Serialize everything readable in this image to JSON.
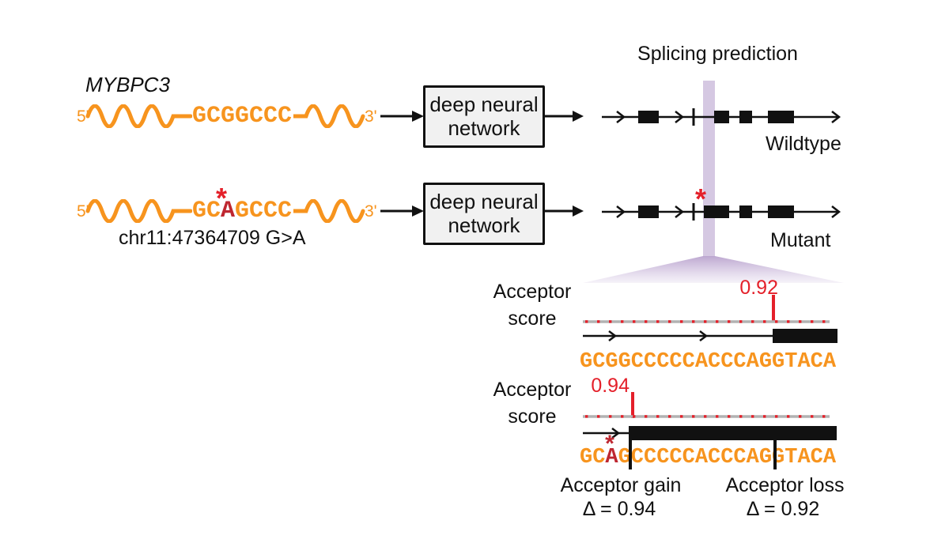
{
  "colors": {
    "orange": "#F7941E",
    "red": "#E4202A",
    "dark_red": "#BE2730",
    "purple_band": "#D5C8E2",
    "gray_track": "#B2B2B2",
    "box_fill": "#F1F1F1",
    "ink": "#111111"
  },
  "title": "Splicing prediction",
  "gene": {
    "name": "MYBPC3",
    "variant": "chr11:47364709 G>A"
  },
  "strand": {
    "five_prime": "5'",
    "three_prime": "3'"
  },
  "dnn": {
    "line1": "deep neural",
    "line2": "network"
  },
  "wildtype": {
    "sequence": "GCGGCCC",
    "label": "Wildtype"
  },
  "mutant": {
    "seq_before": "GC",
    "seq_variant": "A",
    "seq_after": "GCCC",
    "asterisk": "*",
    "label": "Mutant"
  },
  "wt_panel": {
    "label1": "Acceptor",
    "label2": "score",
    "score": "0.92",
    "sequence": "GCGGCCCCCACCCAGGTACA"
  },
  "mut_panel": {
    "label1": "Acceptor",
    "label2": "score",
    "score": "0.94",
    "seq_before": "GC",
    "seq_variant": "A",
    "seq_after": "GCCCCCACCCAGGTACA",
    "asterisk": "*"
  },
  "deltas": {
    "gain_label": "Acceptor gain",
    "gain_value": "Δ = 0.94",
    "loss_label": "Acceptor loss",
    "loss_value": "Δ = 0.92"
  }
}
